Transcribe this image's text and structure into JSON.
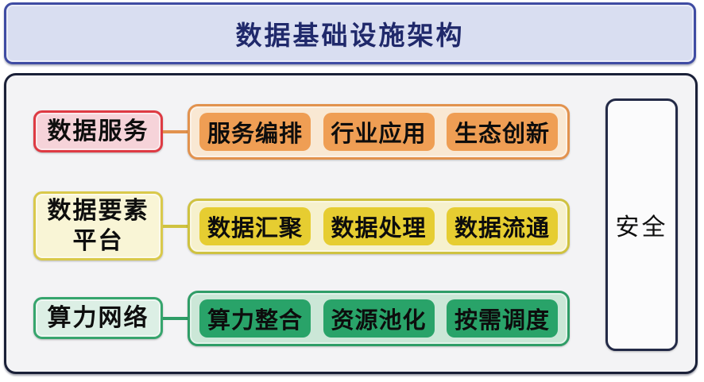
{
  "title": {
    "text": "数据基础设施架构"
  },
  "security": {
    "label": "安全"
  },
  "rows": [
    {
      "name": "data-services",
      "label_lines": [
        "数据服务"
      ],
      "items": [
        "服务编排",
        "行业应用",
        "生态创新"
      ],
      "colors": {
        "label_bg": "#f6d3d9",
        "label_border": "#de3a43",
        "box_bg": "#f9e8d3",
        "box_border": "#e2924e",
        "chip_bg": "#ef9e54",
        "connector": "#e2924e"
      }
    },
    {
      "name": "data-element-platform",
      "label_lines": [
        "数据要素",
        "平台"
      ],
      "items": [
        "数据汇聚",
        "数据处理",
        "数据流通"
      ],
      "colors": {
        "label_bg": "#f9f5d6",
        "label_border": "#d9c94b",
        "box_bg": "#f6f1cd",
        "box_border": "#cfc240",
        "chip_bg": "#e6cd31",
        "connector": "#cfc240"
      }
    },
    {
      "name": "computing-network",
      "label_lines": [
        "算力网络"
      ],
      "items": [
        "算力整合",
        "资源池化",
        "按需调度"
      ],
      "colors": {
        "label_bg": "#dcefe5",
        "label_border": "#36a56d",
        "box_bg": "#cbe7d7",
        "box_border": "#2f9d67",
        "chip_bg": "#29a369",
        "connector": "#2f9d67"
      }
    }
  ],
  "colors": {
    "page_bg": "#ffffff",
    "title_bg": "#d9def1",
    "title_border": "#3f4ca3",
    "title_text": "#20296b",
    "frame_bg": "#f3f3f5",
    "frame_border": "#1a2038",
    "security_bg": "#fbfbfc",
    "security_border": "#232a47",
    "text": "#0e0e0e"
  }
}
